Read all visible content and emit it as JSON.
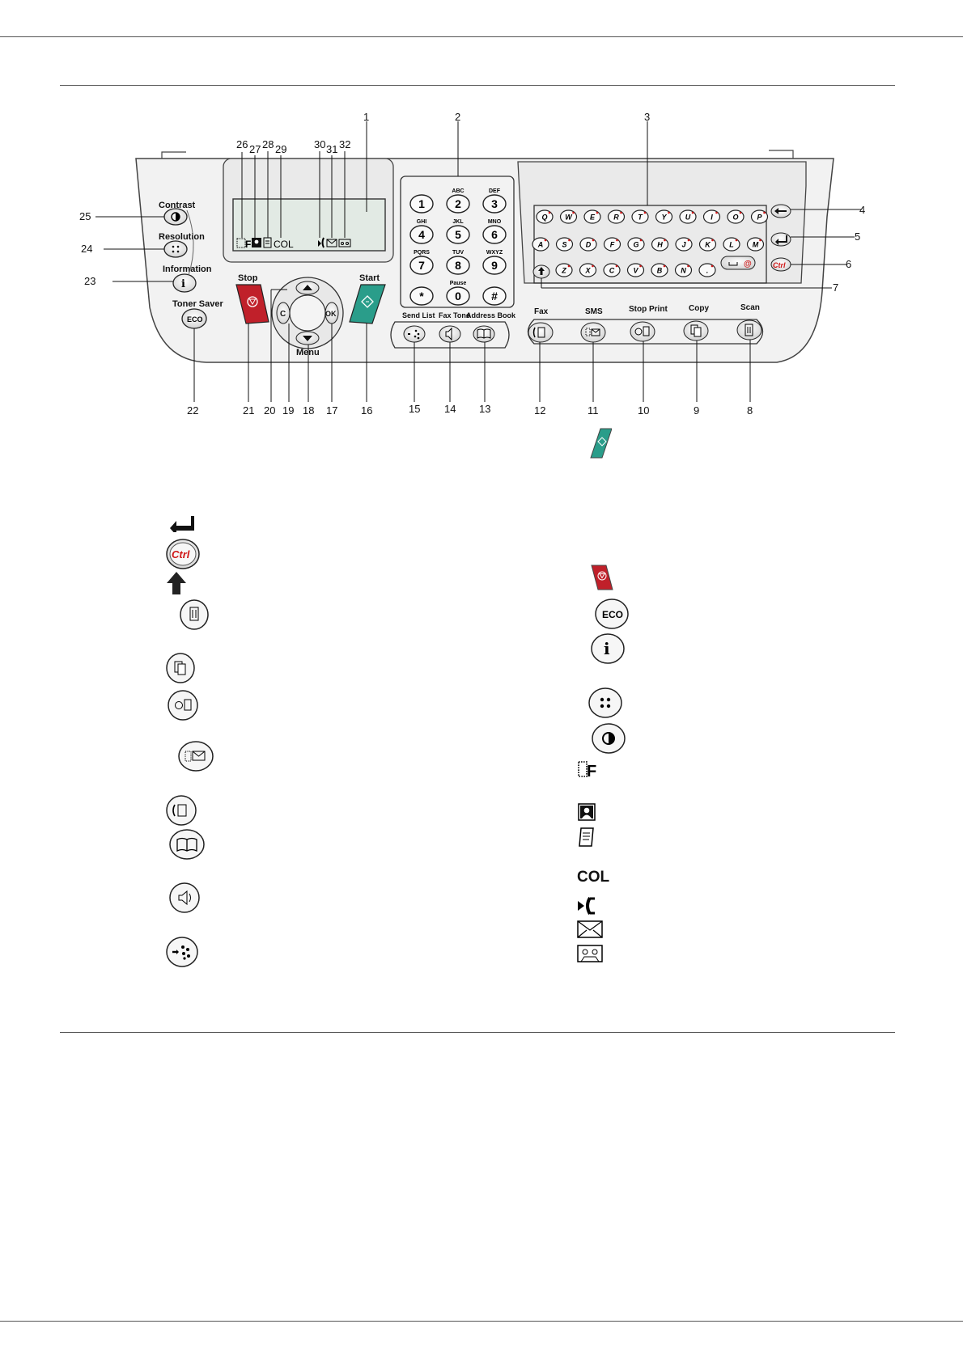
{
  "panel": {
    "callouts": [
      "1",
      "2",
      "3",
      "4",
      "5",
      "6",
      "7",
      "8",
      "9",
      "10",
      "11",
      "12",
      "13",
      "14",
      "15",
      "16",
      "17",
      "18",
      "19",
      "20",
      "21",
      "22",
      "23",
      "24",
      "25",
      "26",
      "27",
      "28",
      "29",
      "30",
      "31",
      "32"
    ],
    "labels": {
      "contrast": "Contrast",
      "resolution": "Resolution",
      "information": "Information",
      "toner_saver": "Toner Saver",
      "eco": "ECO",
      "stop": "Stop",
      "start": "Start",
      "menu": "Menu",
      "ok": "OK",
      "c": "C",
      "send_list": "Send List",
      "fax_tone": "Fax Tone",
      "address_book": "Address Book",
      "fax": "Fax",
      "sms": "SMS",
      "stop_print": "Stop Print",
      "copy": "Copy",
      "scan": "Scan",
      "ctrl": "Ctrl"
    },
    "lcd": {
      "col": "COL"
    },
    "keypad": [
      {
        "digit": "1",
        "letters": ""
      },
      {
        "digit": "2",
        "letters": "ABC"
      },
      {
        "digit": "3",
        "letters": "DEF"
      },
      {
        "digit": "4",
        "letters": "GHI"
      },
      {
        "digit": "5",
        "letters": "JKL"
      },
      {
        "digit": "6",
        "letters": "MNO"
      },
      {
        "digit": "7",
        "letters": "PQRS"
      },
      {
        "digit": "8",
        "letters": "TUV"
      },
      {
        "digit": "9",
        "letters": "WXYZ"
      },
      {
        "digit": "*",
        "letters": ""
      },
      {
        "digit": "0",
        "letters": "Pause"
      },
      {
        "digit": "#",
        "letters": ""
      }
    ],
    "keyboard": {
      "row1": [
        "Q",
        "W",
        "E",
        "R",
        "T",
        "Y",
        "U",
        "I",
        "O",
        "P"
      ],
      "row2": [
        "A",
        "S",
        "D",
        "F",
        "G",
        "H",
        "J",
        "K",
        "L",
        "M"
      ],
      "row3": [
        "Z",
        "X",
        "C",
        "V",
        "B",
        "N",
        "."
      ]
    }
  },
  "legend": {
    "col_text": "COL",
    "ctrl_text": "Ctrl",
    "eco_text": "ECO"
  },
  "colors": {
    "stop": "#c0202a",
    "start": "#2a9d8a",
    "ctrl_text": "#d01818",
    "panel_fill": "#efefef",
    "lcd": "#e2eae4"
  }
}
